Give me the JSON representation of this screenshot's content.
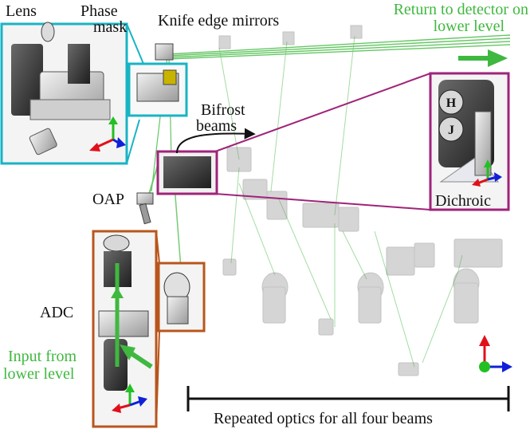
{
  "labels": {
    "lens": "Lens",
    "phase_mask_line1": "Phase",
    "phase_mask_line2": "mask",
    "knife_edge": "Knife edge mirrors",
    "return_line1": "Return to detector on",
    "return_line2": "lower level",
    "bifrost_line1": "Bifrost",
    "bifrost_line2": "beams",
    "oap": "OAP",
    "adc": "ADC",
    "input_line1": "Input from",
    "input_line2": "lower level",
    "dichroic": "Dichroic",
    "h": "H",
    "j": "J",
    "repeated": "Repeated optics for all four beams"
  },
  "colors": {
    "teal_frame": "#18b4c4",
    "magenta_frame": "#a0237a",
    "orange_frame": "#b8561c",
    "beam_green": "#3fb83f",
    "axis_red": "#e0101a",
    "axis_green": "#22c022",
    "axis_blue": "#1020d8"
  }
}
